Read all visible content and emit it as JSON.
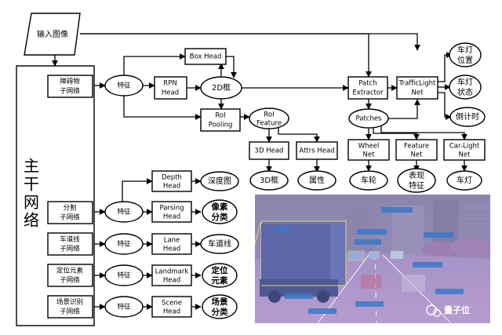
{
  "input": {
    "line1": "输入图像"
  },
  "backbone": {
    "c1": "主",
    "c2": "干",
    "c3": "网",
    "c4": "络"
  },
  "subnets": {
    "obstacle": [
      "障碍物",
      "子网络"
    ],
    "seg": [
      "分割",
      "子网络"
    ],
    "lane": [
      "车道线",
      "子网络"
    ],
    "locate": [
      "定位元素",
      "子网络"
    ],
    "scene": [
      "场景识别",
      "子网络"
    ]
  },
  "feature": "特征",
  "heads": {
    "box": [
      "Box Head"
    ],
    "rpn": [
      "RPN",
      "Head"
    ],
    "roi_pool": [
      "RoI",
      "Pooling"
    ],
    "roi_feat": [
      "RoI",
      "Feature"
    ],
    "head3d": [
      "3D Head"
    ],
    "attrs": [
      "Attrs Head"
    ],
    "depth": [
      "Depth",
      "Head"
    ],
    "parsing": [
      "Parsing",
      "Head"
    ],
    "lane": [
      "Lane",
      "Head"
    ],
    "landmark": [
      "Landmark",
      "Head"
    ],
    "scene": [
      "Scene",
      "Head"
    ],
    "patch_ext": [
      "Patch",
      "Extractor"
    ],
    "patches": [
      "Patches"
    ],
    "traffic": [
      "TrafficLight",
      "Net"
    ],
    "wheel": [
      "Wheel",
      "Net"
    ],
    "featnet": [
      "Feature",
      "Net"
    ],
    "carlight": [
      "Car-Light",
      "Net"
    ]
  },
  "outputs": {
    "box2d": [
      "2D框"
    ],
    "box3d": [
      "3D框"
    ],
    "attr": [
      "属性"
    ],
    "depth": [
      "深度图"
    ],
    "pixel": [
      "像素",
      "分类"
    ],
    "laneline": [
      "车道线"
    ],
    "locate": [
      "定位",
      "元素"
    ],
    "scene": [
      "场景",
      "分类"
    ],
    "light_pos": [
      "车灯",
      "位置"
    ],
    "light_state": [
      "车灯",
      "状态"
    ],
    "countdown": [
      "倒计时"
    ],
    "wheel": [
      "车轮"
    ],
    "appear": [
      "表现",
      "特征"
    ],
    "carlight": [
      "车灯"
    ]
  },
  "watermark": "量子位",
  "colors": {
    "photo_sky": "#8f87b0",
    "photo_road": "#a68fbe",
    "truck": "#6a74b8",
    "annotation": "#3a78c8"
  }
}
